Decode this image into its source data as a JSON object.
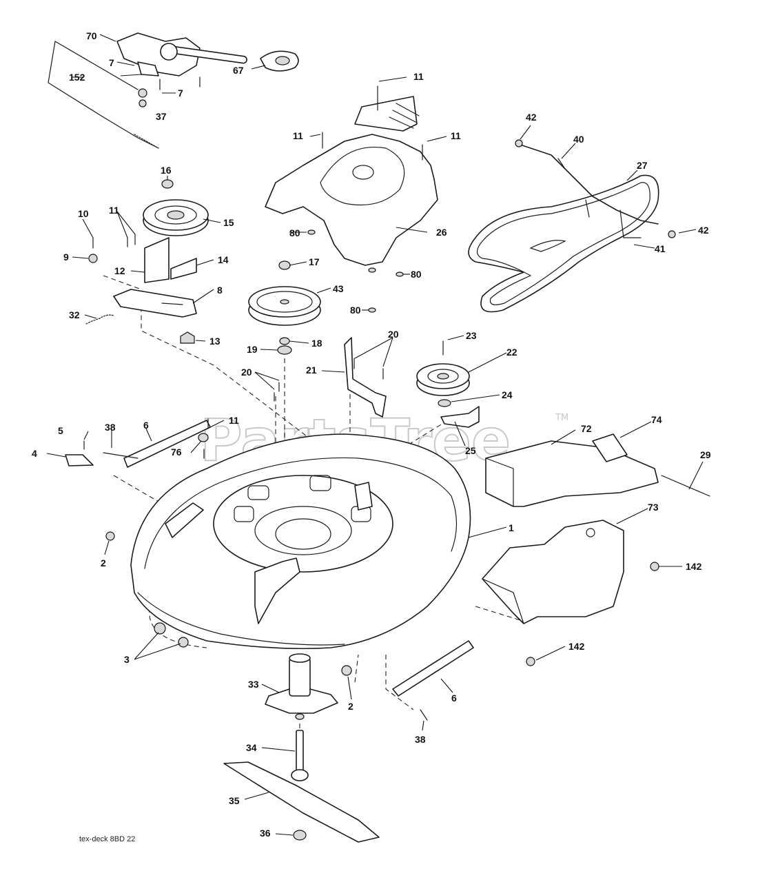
{
  "watermark": {
    "text": "PartsTree",
    "trademark": "TM"
  },
  "caption": "tex-deck 8BD 22",
  "callouts": {
    "c1": "1",
    "c2a": "2",
    "c2b": "2",
    "c3": "3",
    "c4": "4",
    "c5": "5",
    "c6a": "6",
    "c6b": "6",
    "c7a": "7",
    "c7b": "7",
    "c8": "8",
    "c9": "9",
    "c10": "10",
    "c11a": "11",
    "c11b": "11",
    "c11c": "11",
    "c11d": "11",
    "c11e": "11",
    "c12": "12",
    "c13": "13",
    "c14": "14",
    "c15": "15",
    "c16": "16",
    "c17": "17",
    "c18": "18",
    "c19": "19",
    "c20a": "20",
    "c20b": "20",
    "c21": "21",
    "c22": "22",
    "c23": "23",
    "c24": "24",
    "c25": "25",
    "c26": "26",
    "c27": "27",
    "c29": "29",
    "c32": "32",
    "c33": "33",
    "c34": "34",
    "c35": "35",
    "c36": "36",
    "c37": "37",
    "c38a": "38",
    "c38b": "38",
    "c40": "40",
    "c41": "41",
    "c42a": "42",
    "c42b": "42",
    "c43": "43",
    "c67": "67",
    "c70": "70",
    "c72": "72",
    "c73": "73",
    "c74": "74",
    "c76": "76",
    "c80a": "80",
    "c80b": "80",
    "c80c": "80",
    "c142a": "142",
    "c142b": "142",
    "c152": "152"
  }
}
